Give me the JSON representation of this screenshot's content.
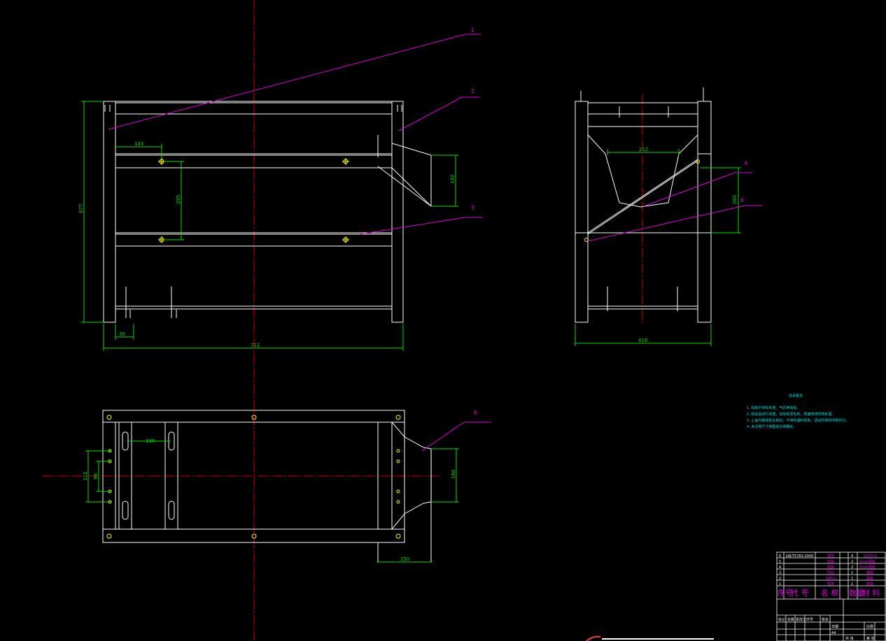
{
  "dimensions": {
    "front_width": "711",
    "front_height": "677",
    "front_left_offset": "30",
    "front_hole_dx": "143",
    "front_hole_dy": "295",
    "front_outlet_h": "192",
    "side_width": "416",
    "side_inner_w": "212",
    "side_height_r": "202",
    "plan_slot_spacing": "135",
    "plan_outlet_w": "150",
    "plan_outlet_h": "160",
    "plan_left_outer": "115",
    "plan_left_inner": "96"
  },
  "balloons": [
    "1",
    "2",
    "3",
    "4",
    "6",
    "6"
  ],
  "notes": {
    "title": "技术要求",
    "lines": [
      "1. 焊缝不得有夹渣、气孔等缺陷。",
      "2. 焊后需进行清理，去除焊渣毛刺，表面喷漆防锈处理。",
      "3. 上盖与箱体配合良好，不得有漏料现象，调试时保持间隙均匀。",
      "4. 未注明尺寸按图纸比例确定。"
    ]
  },
  "title_block": {
    "rows": [
      {
        "no": "6",
        "code": "GB/T5783-2000",
        "name": "螺栓",
        "qty": "4",
        "mat": "Q235-A"
      },
      {
        "no": "5",
        "code": "",
        "name": "底板",
        "qty": "2",
        "mat": "5mm钢板"
      },
      {
        "no": "4",
        "code": "",
        "name": "侧板",
        "qty": "2",
        "mat": "5mm钢板"
      },
      {
        "no": "3",
        "code": "",
        "name": "导轨",
        "qty": "1",
        "mat": "角钢"
      },
      {
        "no": "2",
        "code": "",
        "name": "出料口",
        "qty": "1",
        "mat": "钢板"
      },
      {
        "no": "1",
        "code": "",
        "name": "框架",
        "qty": "1",
        "mat": "角钢"
      }
    ],
    "header": [
      "序号",
      "代 号",
      "名 称",
      "数量",
      "材 料"
    ],
    "labels": [
      "标记",
      "处数",
      "更改文件号",
      "签名",
      "日期",
      "比例",
      "A4",
      "共 张",
      "第 张"
    ]
  }
}
